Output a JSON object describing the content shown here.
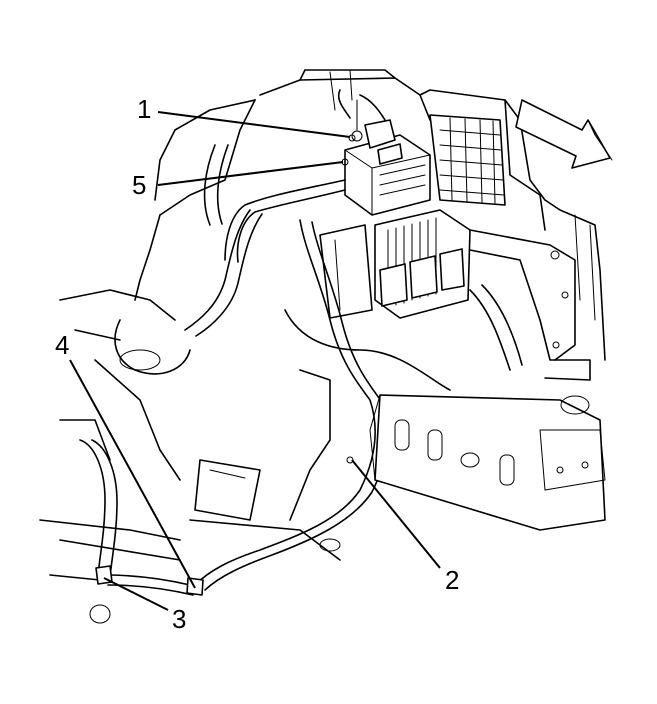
{
  "callouts": [
    {
      "id": "1",
      "label": "1"
    },
    {
      "id": "2",
      "label": "2"
    },
    {
      "id": "3",
      "label": "3"
    },
    {
      "id": "4",
      "label": "4"
    },
    {
      "id": "5",
      "label": "5"
    }
  ],
  "icons": {
    "direction_arrow": "forward-direction-arrow-icon"
  }
}
